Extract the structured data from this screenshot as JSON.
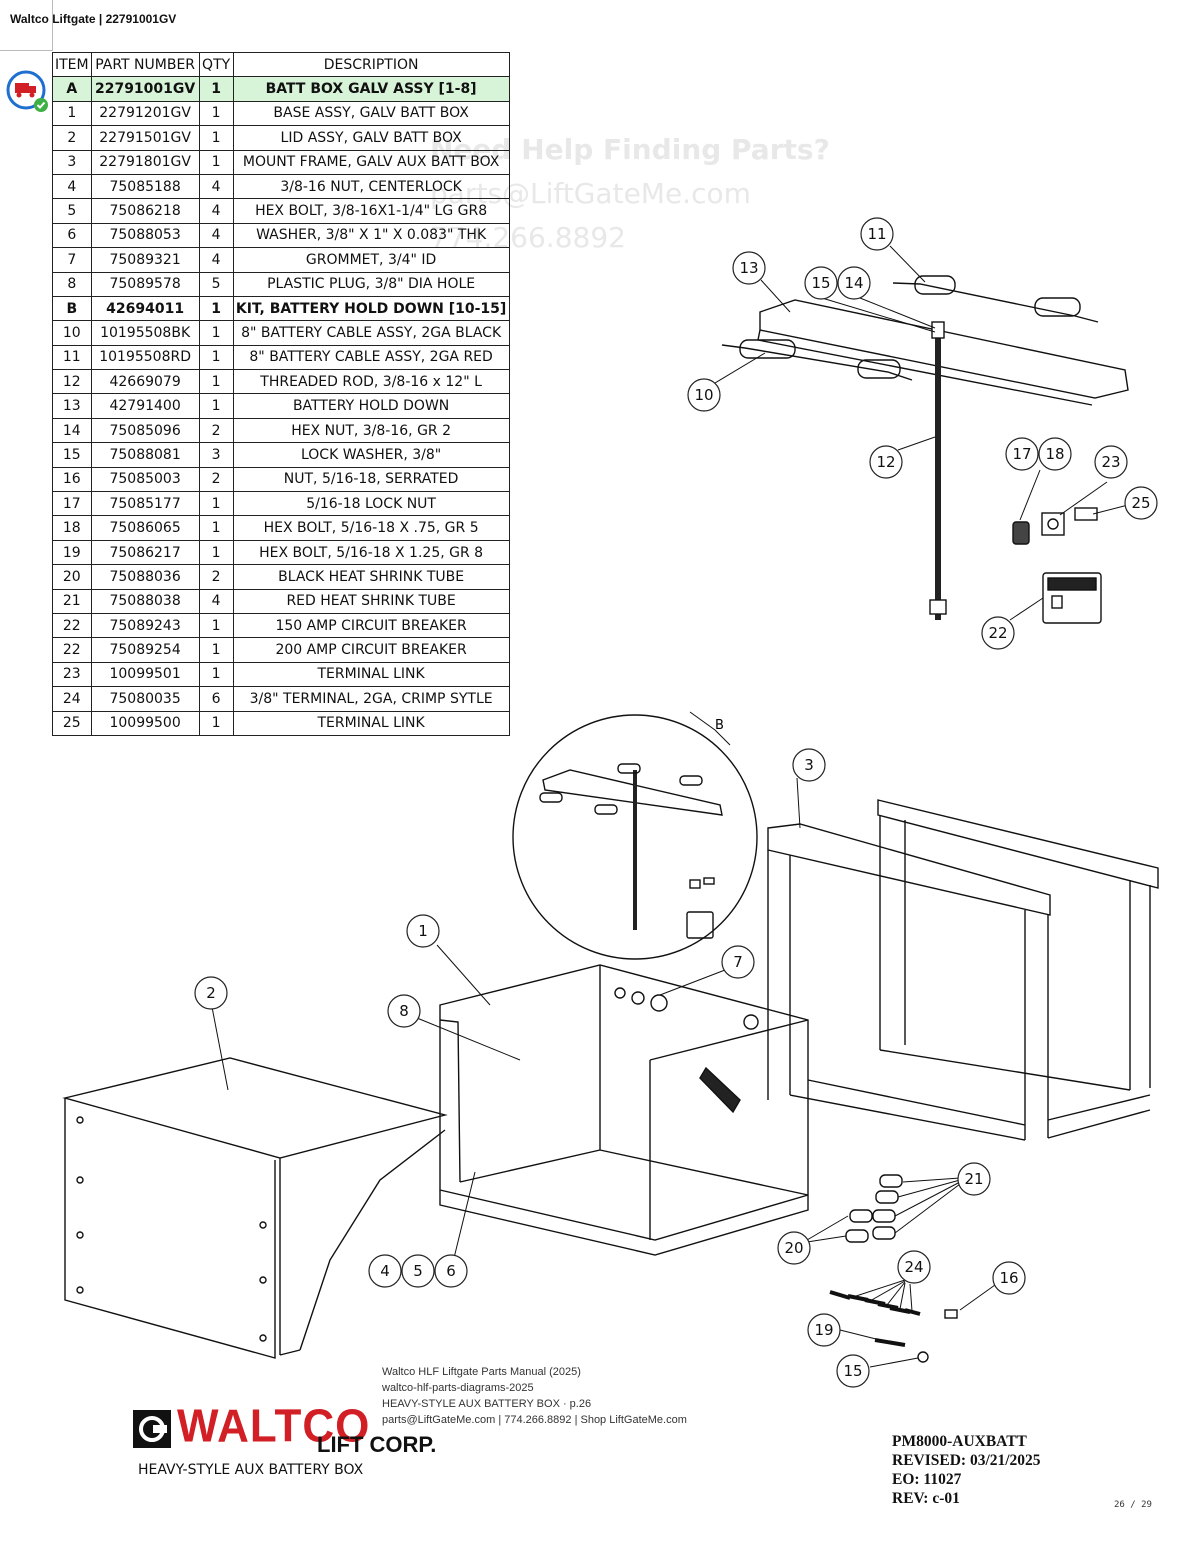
{
  "tab": {
    "title": "Waltco Liftgate | 22791001GV"
  },
  "watermark": {
    "line1": "Need Help Finding Parts?",
    "line2": "parts@LiftGateMe.com",
    "line3": "774.266.8892"
  },
  "table": {
    "headers": [
      "ITEM",
      "PART NUMBER",
      "QTY",
      "DESCRIPTION"
    ],
    "rows": [
      [
        "A",
        "22791001GV",
        "1",
        "BATT BOX GALV ASSY [1-8]"
      ],
      [
        "1",
        "22791201GV",
        "1",
        "BASE ASSY, GALV BATT BOX"
      ],
      [
        "2",
        "22791501GV",
        "1",
        "LID ASSY, GALV BATT BOX"
      ],
      [
        "3",
        "22791801GV",
        "1",
        "MOUNT FRAME, GALV AUX BATT BOX"
      ],
      [
        "4",
        "75085188",
        "4",
        "3/8-16 NUT, CENTERLOCK"
      ],
      [
        "5",
        "75086218",
        "4",
        "HEX BOLT, 3/8-16X1-1/4\" LG GR8"
      ],
      [
        "6",
        "75088053",
        "4",
        "WASHER, 3/8\" X 1\" X 0.083\" THK"
      ],
      [
        "7",
        "75089321",
        "4",
        "GROMMET, 3/4\" ID"
      ],
      [
        "8",
        "75089578",
        "5",
        "PLASTIC PLUG, 3/8\" DIA HOLE"
      ],
      [
        "B",
        "42694011",
        "1",
        "KIT, BATTERY HOLD DOWN [10-15]"
      ],
      [
        "10",
        "10195508BK",
        "1",
        "8\" BATTERY CABLE ASSY, 2GA BLACK"
      ],
      [
        "11",
        "10195508RD",
        "1",
        "8\" BATTERY CABLE ASSY, 2GA RED"
      ],
      [
        "12",
        "42669079",
        "1",
        "THREADED ROD, 3/8-16 x 12\" L"
      ],
      [
        "13",
        "42791400",
        "1",
        "BATTERY HOLD DOWN"
      ],
      [
        "14",
        "75085096",
        "2",
        "HEX NUT, 3/8-16, GR 2"
      ],
      [
        "15",
        "75088081",
        "3",
        "LOCK WASHER, 3/8\""
      ],
      [
        "16",
        "75085003",
        "2",
        "NUT, 5/16-18, SERRATED"
      ],
      [
        "17",
        "75085177",
        "1",
        "5/16-18 LOCK NUT"
      ],
      [
        "18",
        "75086065",
        "1",
        "HEX BOLT, 5/16-18 X .75, GR 5"
      ],
      [
        "19",
        "75086217",
        "1",
        "HEX BOLT, 5/16-18 X 1.25, GR 8"
      ],
      [
        "20",
        "75088036",
        "2",
        "BLACK HEAT SHRINK TUBE"
      ],
      [
        "21",
        "75088038",
        "4",
        "RED HEAT SHRINK TUBE"
      ],
      [
        "22",
        "75089243",
        "1",
        "150 AMP CIRCUIT BREAKER"
      ],
      [
        "22",
        "75089254",
        "1",
        "200 AMP CIRCUIT BREAKER"
      ],
      [
        "23",
        "10099501",
        "1",
        "TERMINAL LINK"
      ],
      [
        "24",
        "75080035",
        "6",
        "3/8\" TERMINAL, 2GA, CRIMP SYTLE"
      ],
      [
        "25",
        "10099500",
        "1",
        "TERMINAL LINK"
      ]
    ]
  },
  "callouts": [
    "1",
    "2",
    "3",
    "4",
    "5",
    "6",
    "7",
    "8",
    "10",
    "11",
    "12",
    "13",
    "14",
    "15",
    "16",
    "17",
    "18",
    "19",
    "20",
    "21",
    "22",
    "23",
    "24",
    "25",
    "B"
  ],
  "footer": {
    "line1": "Waltco HLF Liftgate Parts Manual (2025)",
    "line2": "waltco-hlf-parts-diagrams-2025",
    "line3": "HEAVY-STYLE AUX BATTERY BOX · p.26",
    "line4": "parts@LiftGateMe.com | 774.266.8892 | Shop LiftGateMe.com"
  },
  "logo": {
    "word": "WALTCO",
    "sub": "LIFT CORP."
  },
  "doc_title": "HEAVY-STYLE AUX BATTERY BOX",
  "revision": {
    "pm": "PM8000-AUXBATT",
    "revised": "REVISED: 03/21/2025",
    "eo": "EO: 11027",
    "rev": "REV: c-01"
  },
  "page": "26 / 29",
  "colors": {
    "accent_red": "#d21f26",
    "assy_row": "#d8f4d8",
    "badge_blue": "#1f6fd1",
    "badge_green": "#3cb043"
  }
}
